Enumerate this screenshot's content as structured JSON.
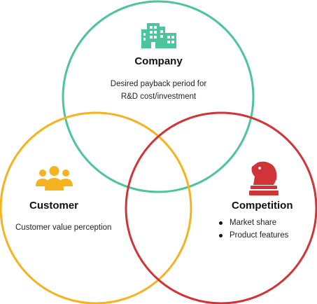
{
  "colors": {
    "company": "#4cc59c",
    "customer": "#f5b31f",
    "competition": "#d13438"
  },
  "company": {
    "icon": "building-icon",
    "title": "Company",
    "description_line1": "Desired payback period for",
    "description_line2": "R&D cost/investment"
  },
  "customer": {
    "icon": "people-icon",
    "title": "Customer",
    "description": "Customer value perception"
  },
  "competition": {
    "icon": "chess-knight-icon",
    "title": "Competition",
    "items": [
      "Market share",
      "Product features"
    ]
  }
}
